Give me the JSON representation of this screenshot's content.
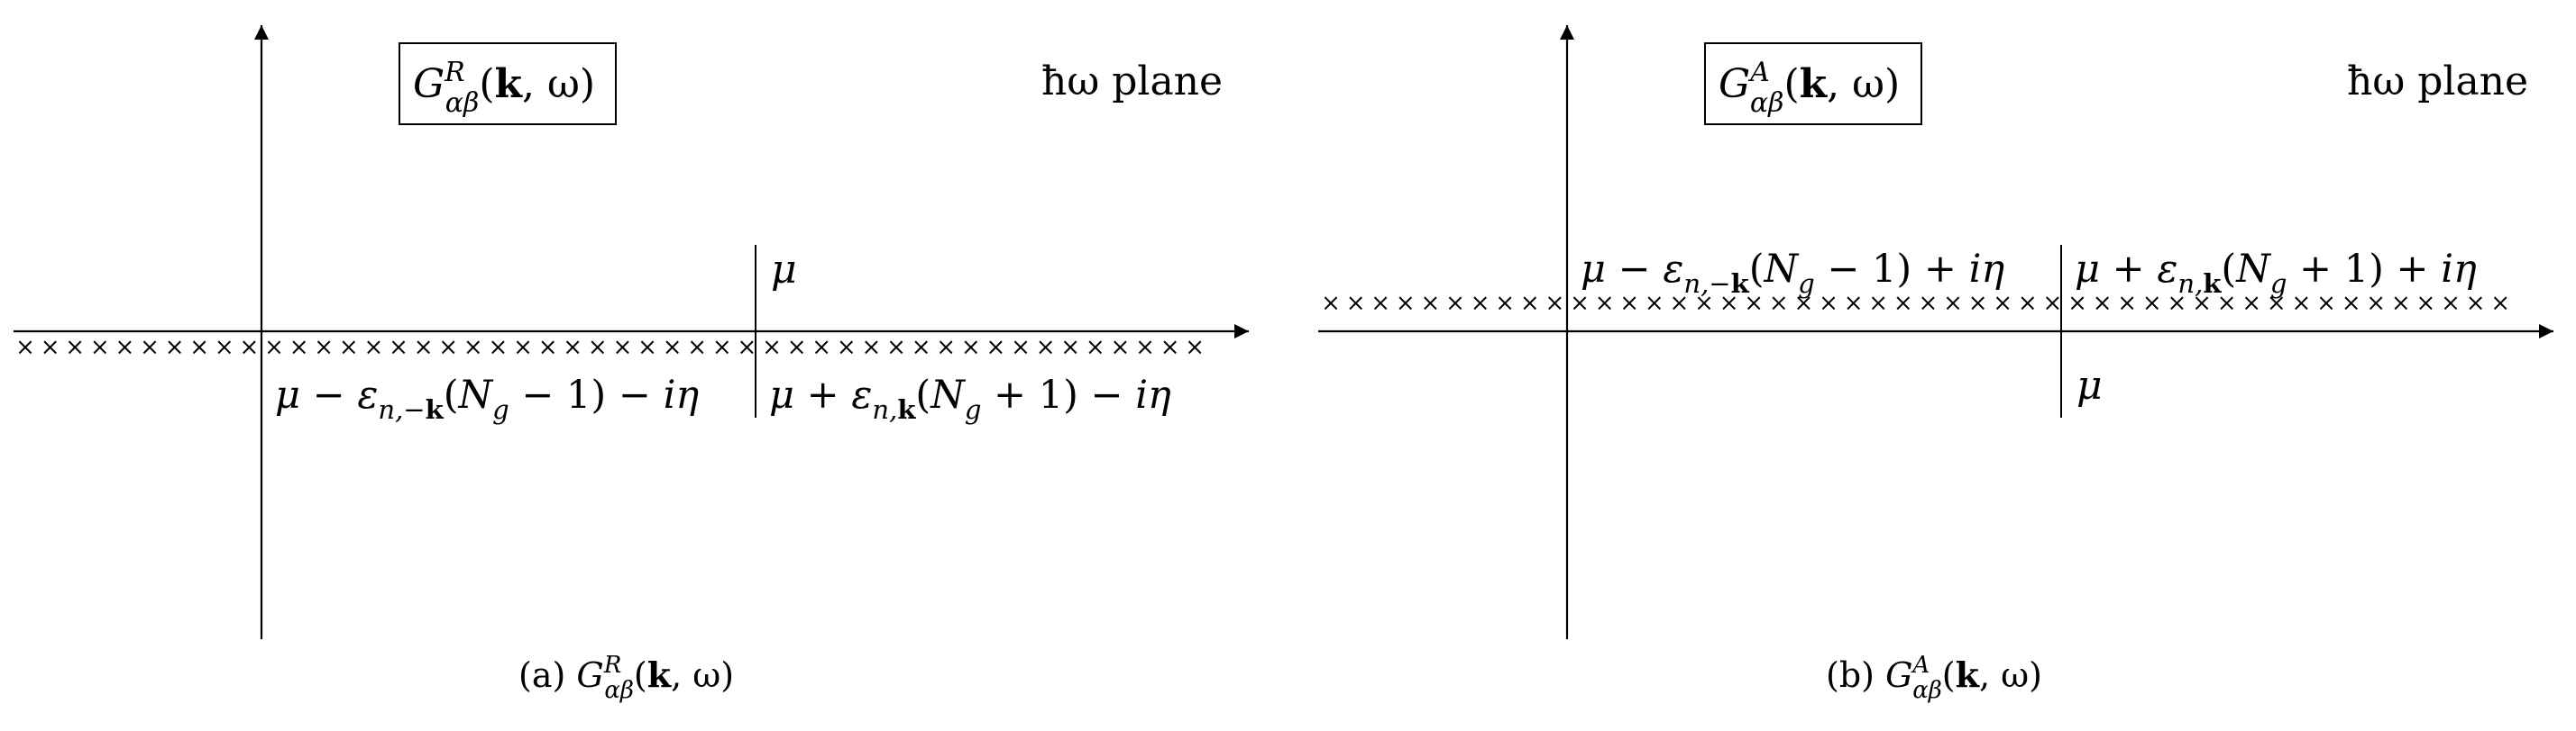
{
  "panels": [
    {
      "id": "a",
      "box": {
        "G": "G",
        "sup": "R",
        "sub": "αβ",
        "args_open": "(",
        "k": "k",
        "args_rest": ", ω)"
      },
      "plane_label": "ħω plane",
      "mu_label": "μ",
      "pole_row": "below",
      "left_label": {
        "mu": "μ",
        "minus": " − ",
        "eps": "ε",
        "eps_sub": "n,−",
        "eps_sub_k": "k",
        "open": "(",
        "N": "N",
        "N_sub": "g",
        "rest": " − 1) − ",
        "i_eta": "iη"
      },
      "right_label": {
        "mu": "μ",
        "plus": " + ",
        "eps": "ε",
        "eps_sub": "n,",
        "eps_sub_k": "k",
        "open": "(",
        "N": "N",
        "N_sub": "g",
        "rest": " + 1) − ",
        "i_eta": "iη"
      },
      "caption": {
        "prefix": "(a) ",
        "G": "G",
        "sup": "R",
        "sub": "αβ",
        "args_open": "(",
        "k": "k",
        "args_rest": ", ω)"
      }
    },
    {
      "id": "b",
      "box": {
        "G": "G",
        "sup": "A",
        "sub": "αβ",
        "args_open": "(",
        "k": "k",
        "args_rest": ", ω)"
      },
      "plane_label": "ħω plane",
      "mu_label": "μ",
      "pole_row": "above",
      "left_label": {
        "mu": "μ",
        "minus": " − ",
        "eps": "ε",
        "eps_sub": "n,−",
        "eps_sub_k": "k",
        "open": "(",
        "N": "N",
        "N_sub": "g",
        "rest": " − 1) + ",
        "i_eta": "iη"
      },
      "right_label": {
        "mu": "μ",
        "plus": " + ",
        "eps": "ε",
        "eps_sub": "n,",
        "eps_sub_k": "k",
        "open": "(",
        "N": "N",
        "N_sub": "g",
        "rest": " + 1) + ",
        "i_eta": "iη"
      },
      "caption": {
        "prefix": "(b) ",
        "G": "G",
        "sup": "A",
        "sub": "αβ",
        "args_open": "(",
        "k": "k",
        "args_rest": ", ω)"
      }
    }
  ],
  "pole_marker": "×"
}
